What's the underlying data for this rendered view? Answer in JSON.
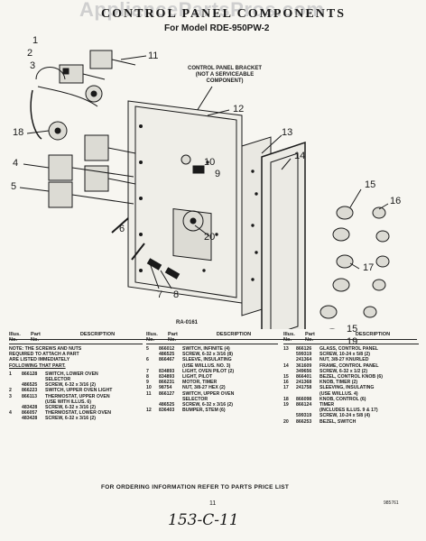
{
  "watermark": "AppliancePartsPros.com",
  "title": "CONTROL PANEL COMPONENTS",
  "subtitle": "For Model RDE-950PW-2",
  "callout": [
    "CONTROL PANEL BRACKET",
    "(NOT A SERVICEABLE",
    "COMPONENT)"
  ],
  "figure_number": "RA-0161",
  "labels": [
    "1",
    "2",
    "3",
    "11",
    "12",
    "10",
    "9",
    "13",
    "14",
    "18",
    "4",
    "5",
    "6",
    "7",
    "20",
    "8",
    "15",
    "16",
    "17",
    "15",
    "19"
  ],
  "header": {
    "illus": "Illus.",
    "part": "Part",
    "no": "No.",
    "no2": "No.",
    "desc": "DESCRIPTION"
  },
  "note": [
    "NOTE: THE SCREWS AND NUTS",
    "REQUIRED TO ATTACH A PART",
    "ARE LISTED IMMEDIATELY",
    "FOLLOWING THAT PART."
  ],
  "col1": [
    [
      "1",
      "866128",
      "SWITCH, LOWER OVEN"
    ],
    [
      "",
      "",
      "SELECTOR"
    ],
    [
      "",
      "486525",
      "SCREW, 6-32 x 3/16 (2)"
    ],
    [
      "2",
      "866223",
      "SWITCH, UPPER OVEN LIGHT"
    ],
    [
      "3",
      "866113",
      "THERMOSTAT, UPPER OVEN"
    ],
    [
      "",
      "",
      "(USE WITH ILLUS. 6)"
    ],
    [
      "",
      "483428",
      "SCREW, 6-32 x 3/16 (2)"
    ],
    [
      "4",
      "866057",
      "THERMOSTAT, LOWER OVEN"
    ],
    [
      "",
      "483428",
      "SCREW, 6-32 x 3/16 (2)"
    ]
  ],
  "col2": [
    [
      "5",
      "866012",
      "SWITCH, INFINITE (4)"
    ],
    [
      "",
      "486525",
      "SCREW, 6-32 x 3/16 (8)"
    ],
    [
      "6",
      "866467",
      "SLEEVE, INSULATING"
    ],
    [
      "",
      "",
      "(USE W/ILLUS. NO. 3)"
    ],
    [
      "7",
      "834893",
      "LIGHT, OVEN PILOT (2)"
    ],
    [
      "8",
      "834893",
      "LIGHT, PILOT"
    ],
    [
      "9",
      "866231",
      "MOTOR, TIMER"
    ],
    [
      "10",
      "98754",
      "NUT, 3/8-27 HEX (2)"
    ],
    [
      "11",
      "866127",
      "SWITCH, UPPER OVEN"
    ],
    [
      "",
      "",
      "SELECTOR"
    ],
    [
      "",
      "486525",
      "SCREW, 6-32 x 3/16 (2)"
    ],
    [
      "12",
      "836403",
      "BUMPER, STEM (6)"
    ]
  ],
  "col3": [
    [
      "13",
      "866126",
      "GLASS, CONTROL PANEL"
    ],
    [
      "",
      "599319",
      "SCREW, 10-24 x 5/8 (2)"
    ],
    [
      "",
      "241364",
      "NUT, 3/8-27 KNURLED"
    ],
    [
      "14",
      "361609",
      "FRAME, CONTROL PANEL"
    ],
    [
      "",
      "349656",
      "SCREW, 6-32 x 1/2 (2)"
    ],
    [
      "15",
      "866401",
      "BEZEL, CONTROL KNOB (6)"
    ],
    [
      "16",
      "241368",
      "KNOB, TIMER (2)"
    ],
    [
      "17",
      "241758",
      "SLEEVING, INSULATING"
    ],
    [
      "",
      "",
      "(USE W/ILLUS. 4)"
    ],
    [
      "18",
      "866098",
      "KNOB, CONTROL (6)"
    ],
    [
      "19",
      "866124",
      "TIMER"
    ],
    [
      "",
      "",
      "(INCLUDES ILLUS. 9 & 17)"
    ],
    [
      "",
      "599319",
      "SCREW, 10-24 x 5/8 (4)"
    ],
    [
      "20",
      "866253",
      "BEZEL, SWITCH"
    ]
  ],
  "order_info": "FOR ORDERING INFORMATION REFER TO PARTS PRICE LIST",
  "page": "11",
  "doc_code": "985761",
  "handwritten": "153-C-11"
}
